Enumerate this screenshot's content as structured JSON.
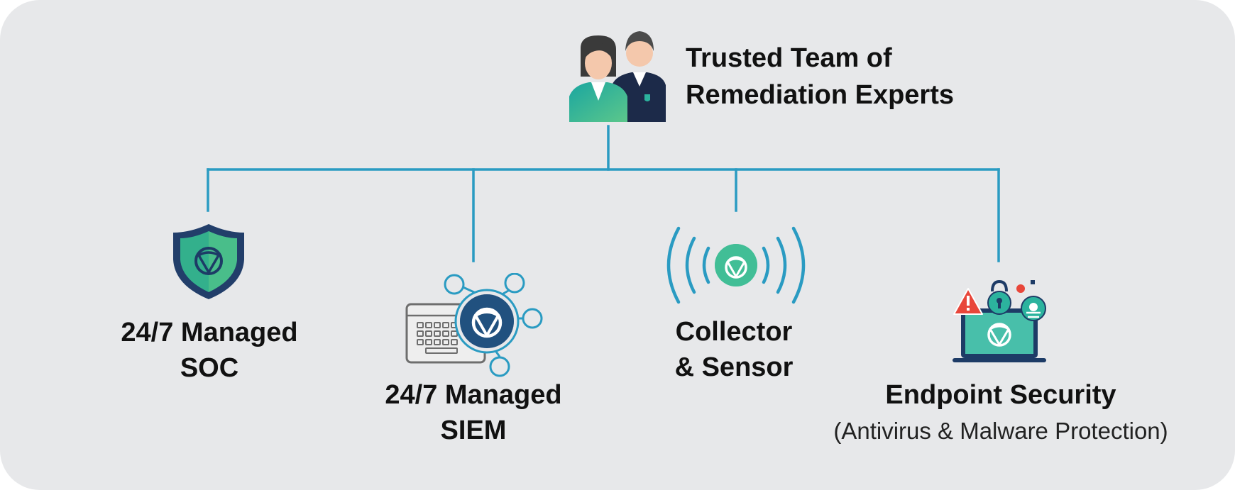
{
  "colors": {
    "background": "#e7e8ea",
    "connector": "#2a9bc2",
    "navy": "#1d3b66",
    "teal": "#2cb39e",
    "text": "#111111"
  },
  "top": {
    "title_line1": "Trusted Team of",
    "title_line2": "Remediation Experts",
    "icon": "team-people-icon"
  },
  "nodes": [
    {
      "line1": "24/7 Managed",
      "line2": "SOC",
      "icon": "shield-icon"
    },
    {
      "line1": "24/7 Managed",
      "line2": "SIEM",
      "icon": "keyboard-network-icon"
    },
    {
      "line1": "Collector",
      "line2": "& Sensor",
      "icon": "signal-broadcast-icon"
    },
    {
      "line1": "Endpoint Security",
      "line2": "(Antivirus & Malware Protection)",
      "icon": "laptop-security-icon"
    }
  ]
}
